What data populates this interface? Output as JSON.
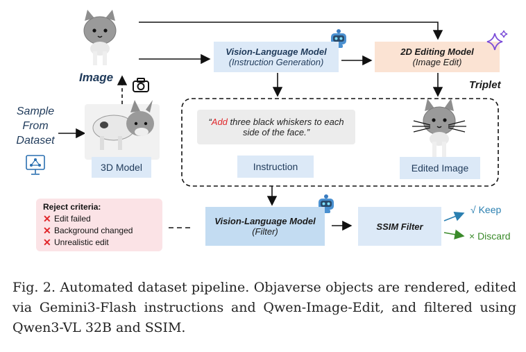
{
  "labels": {
    "image": "Image",
    "sample_from_dataset": "Sample\nFrom\nDataset",
    "model_3d": "3D Model",
    "triplet": "Triplet",
    "instruction_label": "Instruction",
    "edited_image_label": "Edited Image",
    "keep": "√ Keep",
    "discard": "× Discard"
  },
  "vlm_generation": {
    "title": "Vision-Language Model",
    "subtitle": "(Instruction Generation)"
  },
  "editing_model": {
    "title": "2D Editing Model",
    "subtitle": "(Image Edit)"
  },
  "instruction": {
    "verb": "Add",
    "rest_line1": " three black whiskers to each",
    "line2": "side of the face."
  },
  "vlm_filter": {
    "title": "Vision-Language Model",
    "subtitle": "(Filter)"
  },
  "ssim_filter": {
    "title": "SSIM Filter"
  },
  "reject": {
    "title": "Reject criteria:",
    "items": [
      "Edit failed",
      "Background changed",
      "Unrealistic edit"
    ]
  },
  "caption": "Fig. 2.  Automated dataset pipeline. Objaverse objects are rendered, edited via Gemini3-Flash instructions and Qwen-Image-Edit, and filtered using Qwen3-VL 32B and SSIM.",
  "colors": {
    "vlm_box": "#dce9f7",
    "filter_box": "#c3dcf2",
    "edit_box": "#fbe3d3",
    "reject_box": "#fbe3e6",
    "keep": "#2a7fb0",
    "discard": "#3a8a2a",
    "add_word": "#e0262a",
    "sparkle": "#7b4cd8"
  }
}
